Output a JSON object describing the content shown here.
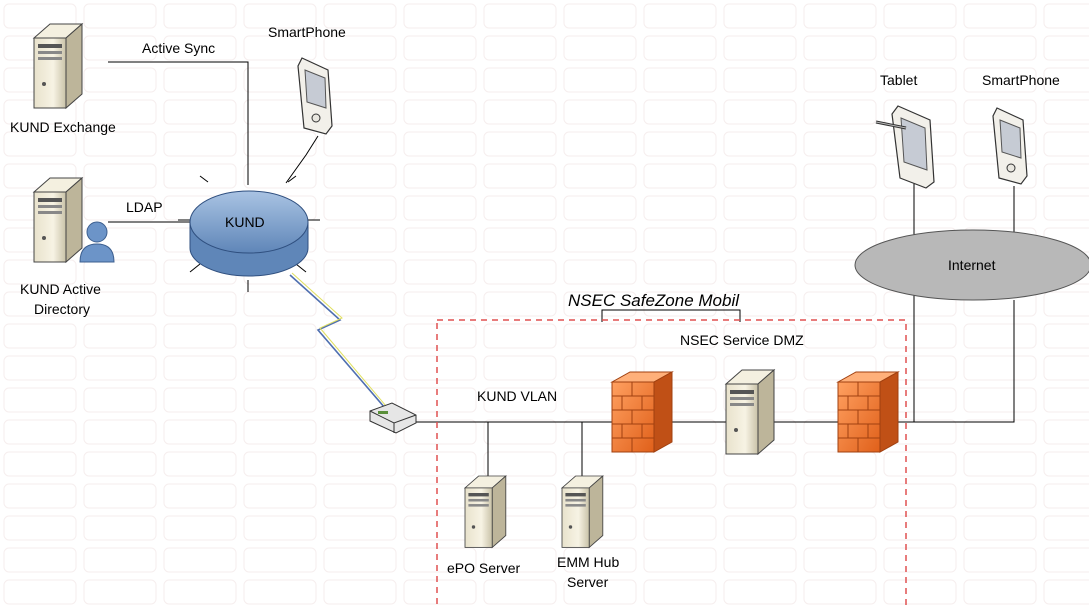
{
  "diagram": {
    "zone_title": "NSEC SafeZone Mobil",
    "dmz_label": "NSEC Service DMZ",
    "vlan_label": "KUND VLAN",
    "cloud_kund": "KUND",
    "cloud_internet": "Internet",
    "links": {
      "active_sync": "Active Sync",
      "ldap": "LDAP"
    },
    "nodes": {
      "kund_exchange": "KUND Exchange",
      "kund_ad_line1": "KUND Active",
      "kund_ad_line2": "Directory",
      "smartphone_left": "SmartPhone",
      "tablet": "Tablet",
      "smartphone_right": "SmartPhone",
      "epo_server": "ePO Server",
      "emm_line1": "EMM Hub",
      "emm_line2": "Server"
    }
  },
  "colors": {
    "firewall": "#f07a2a",
    "zone_border": "#e05050",
    "kund_disk": "#7fa3cf",
    "internet": "#b8b8b8"
  }
}
